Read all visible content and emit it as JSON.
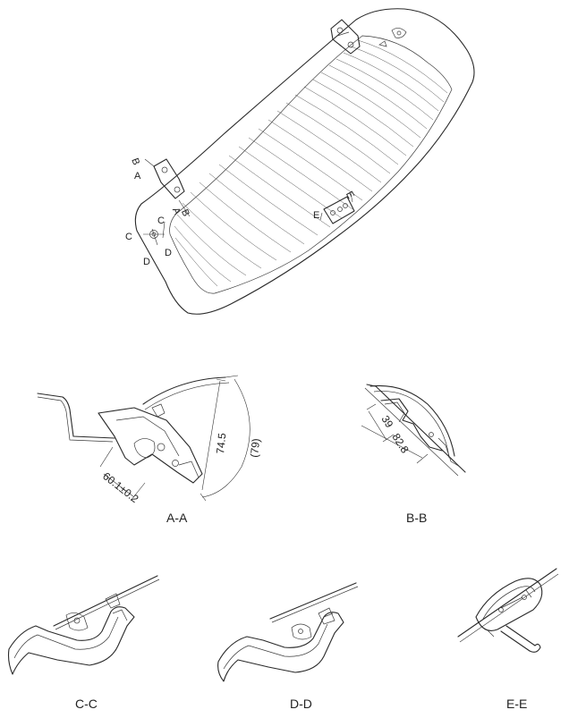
{
  "main_view": {
    "section_markers": [
      {
        "id": "ba1",
        "text": "B"
      },
      {
        "id": "ba2",
        "text": "A"
      },
      {
        "id": "ab1",
        "text": "A"
      },
      {
        "id": "ab2",
        "text": "B"
      },
      {
        "id": "c1",
        "text": "C"
      },
      {
        "id": "c2",
        "text": "C"
      },
      {
        "id": "d1",
        "text": "D"
      },
      {
        "id": "d2",
        "text": "D"
      },
      {
        "id": "e1",
        "text": "E"
      },
      {
        "id": "e2",
        "text": "E"
      }
    ]
  },
  "section_aa": {
    "caption": "A-A",
    "dim_height": "74.5",
    "dim_height_ref": "(79)",
    "dim_width": "60.1±0.2"
  },
  "section_bb": {
    "caption": "B-B",
    "dim_short": "39",
    "dim_long": "82.8"
  },
  "section_cc": {
    "caption": "C-C"
  },
  "section_dd": {
    "caption": "D-D"
  },
  "section_ee": {
    "caption": "E-E"
  }
}
